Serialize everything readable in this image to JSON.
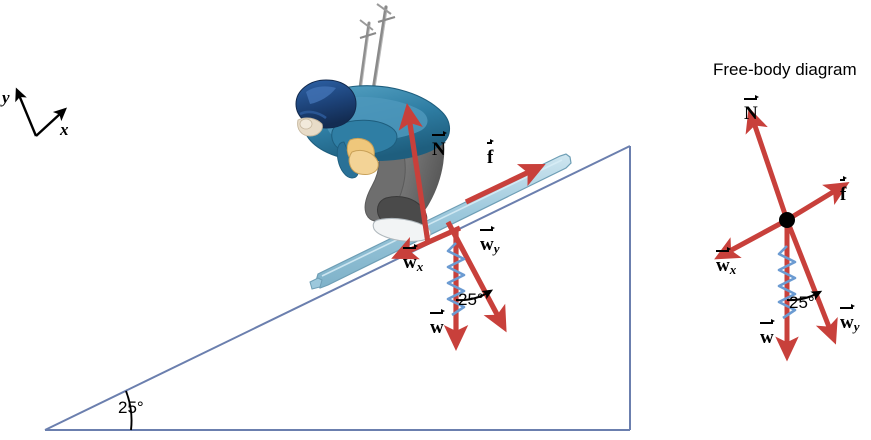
{
  "figure": {
    "title": "Free-body diagram",
    "incline_angle": "25°",
    "component_angle": "25°",
    "fbd_component_angle": "25°"
  },
  "colors": {
    "vector_red": "#C8403B",
    "incline_line": "#6B7FAE",
    "ski_blue": "#A9CFE0",
    "jacket_blue": "#2E7FA8",
    "helmet_blue": "#1F4F8B",
    "pants_gray": "#7A7A7A",
    "glove_yellow": "#F0C87A",
    "squiggle_blue": "#6B9BD2",
    "background": "#FFFFFF",
    "dot_black": "#000000"
  },
  "axes": {
    "y_label": "y",
    "x_label": "x"
  },
  "main_diagram": {
    "vectors": [
      {
        "name": "normal-force",
        "label_base": "N",
        "label_sub": ""
      },
      {
        "name": "friction-force",
        "label_base": "f",
        "label_sub": ""
      },
      {
        "name": "weight-x-component",
        "label_base": "w",
        "label_sub": "x"
      },
      {
        "name": "weight-y-component",
        "label_base": "w",
        "label_sub": "y"
      },
      {
        "name": "weight-force",
        "label_base": "w",
        "label_sub": ""
      }
    ]
  },
  "free_body_diagram": {
    "vectors": [
      {
        "name": "normal-force",
        "label_base": "N",
        "label_sub": ""
      },
      {
        "name": "friction-force",
        "label_base": "f",
        "label_sub": ""
      },
      {
        "name": "weight-x-component",
        "label_base": "w",
        "label_sub": "x"
      },
      {
        "name": "weight-y-component",
        "label_base": "w",
        "label_sub": "y"
      },
      {
        "name": "weight-force",
        "label_base": "w",
        "label_sub": ""
      }
    ]
  }
}
